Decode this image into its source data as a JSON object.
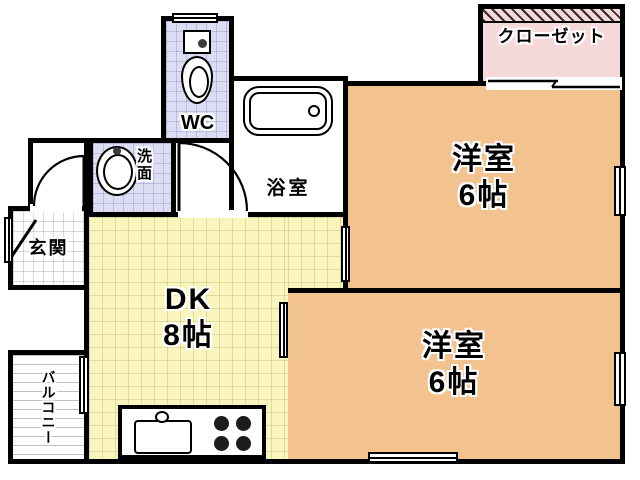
{
  "rooms": {
    "closet": {
      "label": "クローゼット"
    },
    "bedroom1": {
      "name": "洋室",
      "size": "6帖"
    },
    "bedroom2": {
      "name": "洋室",
      "size": "6帖"
    },
    "dk": {
      "name": "DK",
      "size": "8帖"
    },
    "wc": {
      "label": "WC"
    },
    "washroom": {
      "label": "洗面"
    },
    "bathroom": {
      "label": "浴室"
    },
    "entrance": {
      "label": "玄関"
    },
    "balcony": {
      "label": "バルコニー"
    }
  },
  "colors": {
    "wall": "#000000",
    "bedroom_fill": "#f2c28f",
    "dk_fill": "#f9f5bd",
    "wet_area_fill": "#dcdcf2",
    "closet_fill": "#f5d8d8"
  },
  "icons": [
    "toilet-icon",
    "wash-basin-icon",
    "bathtub-icon",
    "kitchen-sink-icon",
    "stove-burners-icon",
    "door-arc-icon",
    "window-symbol"
  ]
}
